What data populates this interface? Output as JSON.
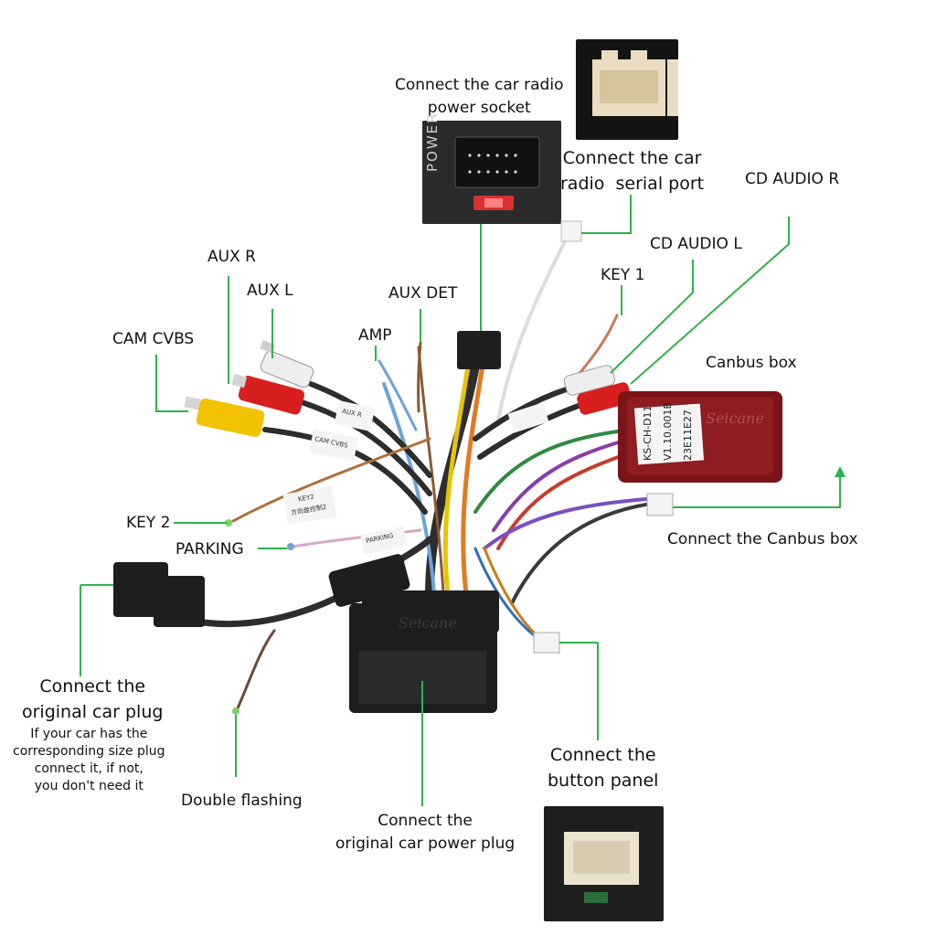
{
  "labels": {
    "radio_power_socket": "Connect the car radio\npower socket",
    "radio_serial_port": "Connect the car\nradio  serial port",
    "cd_audio_r": "CD AUDIO R",
    "cd_audio_l": "CD AUDIO L",
    "key1": "KEY 1",
    "aux_r": "AUX R",
    "aux_l": "AUX L",
    "aux_det": "AUX DET",
    "amp": "AMP",
    "cam_cvbs": "CAM CVBS",
    "canbus_box": "Canbus box",
    "key2": "KEY 2",
    "parking": "PARKING",
    "connect_canbus_box": "Connect the  Canbus box",
    "original_car_plug": "Connect the\noriginal car plug",
    "original_car_plug_note": "If your car has the\ncorresponding size plug\nconnect it, if not,\nyou don't need it",
    "double_flashing": "Double flashing",
    "original_power_plug": "Connect the\noriginal car power plug",
    "button_panel": "Connect the\nbutton panel"
  },
  "product_text": {
    "power_socket_print": "POWER",
    "brand": "Seicane",
    "canbus_sticker_1": "KS-CH-D11",
    "canbus_sticker_2": "V1.10.001B",
    "canbus_sticker_3": "23E11E27",
    "tag_aux_r": "AUX R",
    "tag_cam_cvbs": "CAM CVBS",
    "tag_key2": "KEY2",
    "tag_key2_cn": "方向盘控制2",
    "tag_parking": "PARKING"
  },
  "colors": {
    "leader_line": "#2db34a",
    "rca_red": "#d81e1e",
    "rca_white": "#eeeeee",
    "rca_yellow": "#f2c200",
    "canbus_box": "#7a1418",
    "connector_black": "#1e1e1e"
  }
}
